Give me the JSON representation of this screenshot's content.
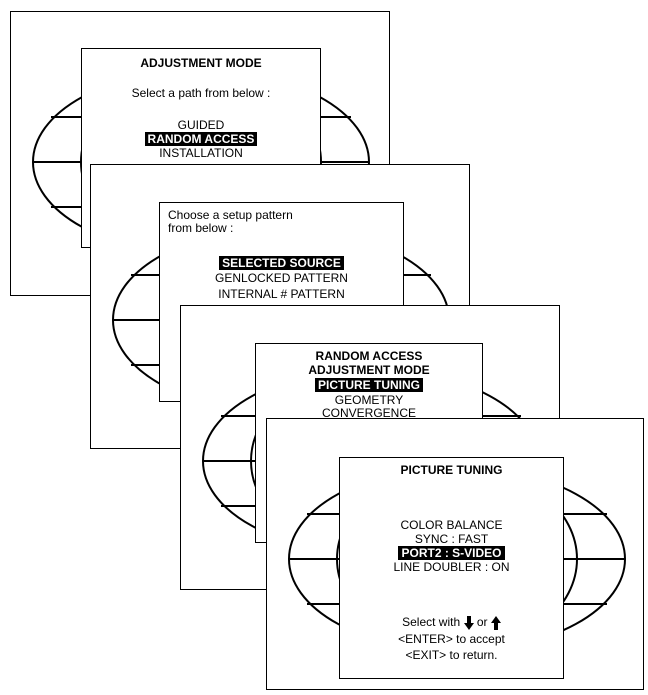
{
  "screen1": {
    "title": "ADJUSTMENT MODE",
    "prompt": "Select a path from below :",
    "items": [
      "GUIDED",
      "RANDOM ACCESS",
      "INSTALLATION"
    ]
  },
  "screen2": {
    "prompt_line1": "Choose a setup pattern",
    "prompt_line2": "from below :",
    "items": [
      "SELECTED SOURCE",
      "GENLOCKED PATTERN",
      "INTERNAL # PATTERN"
    ]
  },
  "screen3": {
    "title_line1": "RANDOM ACCESS",
    "title_line2": "ADJUSTMENT MODE",
    "items": [
      "PICTURE TUNING",
      "GEOMETRY",
      "CONVERGENCE"
    ]
  },
  "screen4": {
    "title": "PICTURE TUNING",
    "items": [
      "COLOR BALANCE",
      "SYNC : FAST",
      "PORT2 : S-VIDEO",
      "LINE DOUBLER : ON"
    ],
    "hint_select_prefix": "Select with",
    "hint_or": "or",
    "hint_enter": "<ENTER> to accept",
    "hint_exit": "<EXIT> to return."
  }
}
